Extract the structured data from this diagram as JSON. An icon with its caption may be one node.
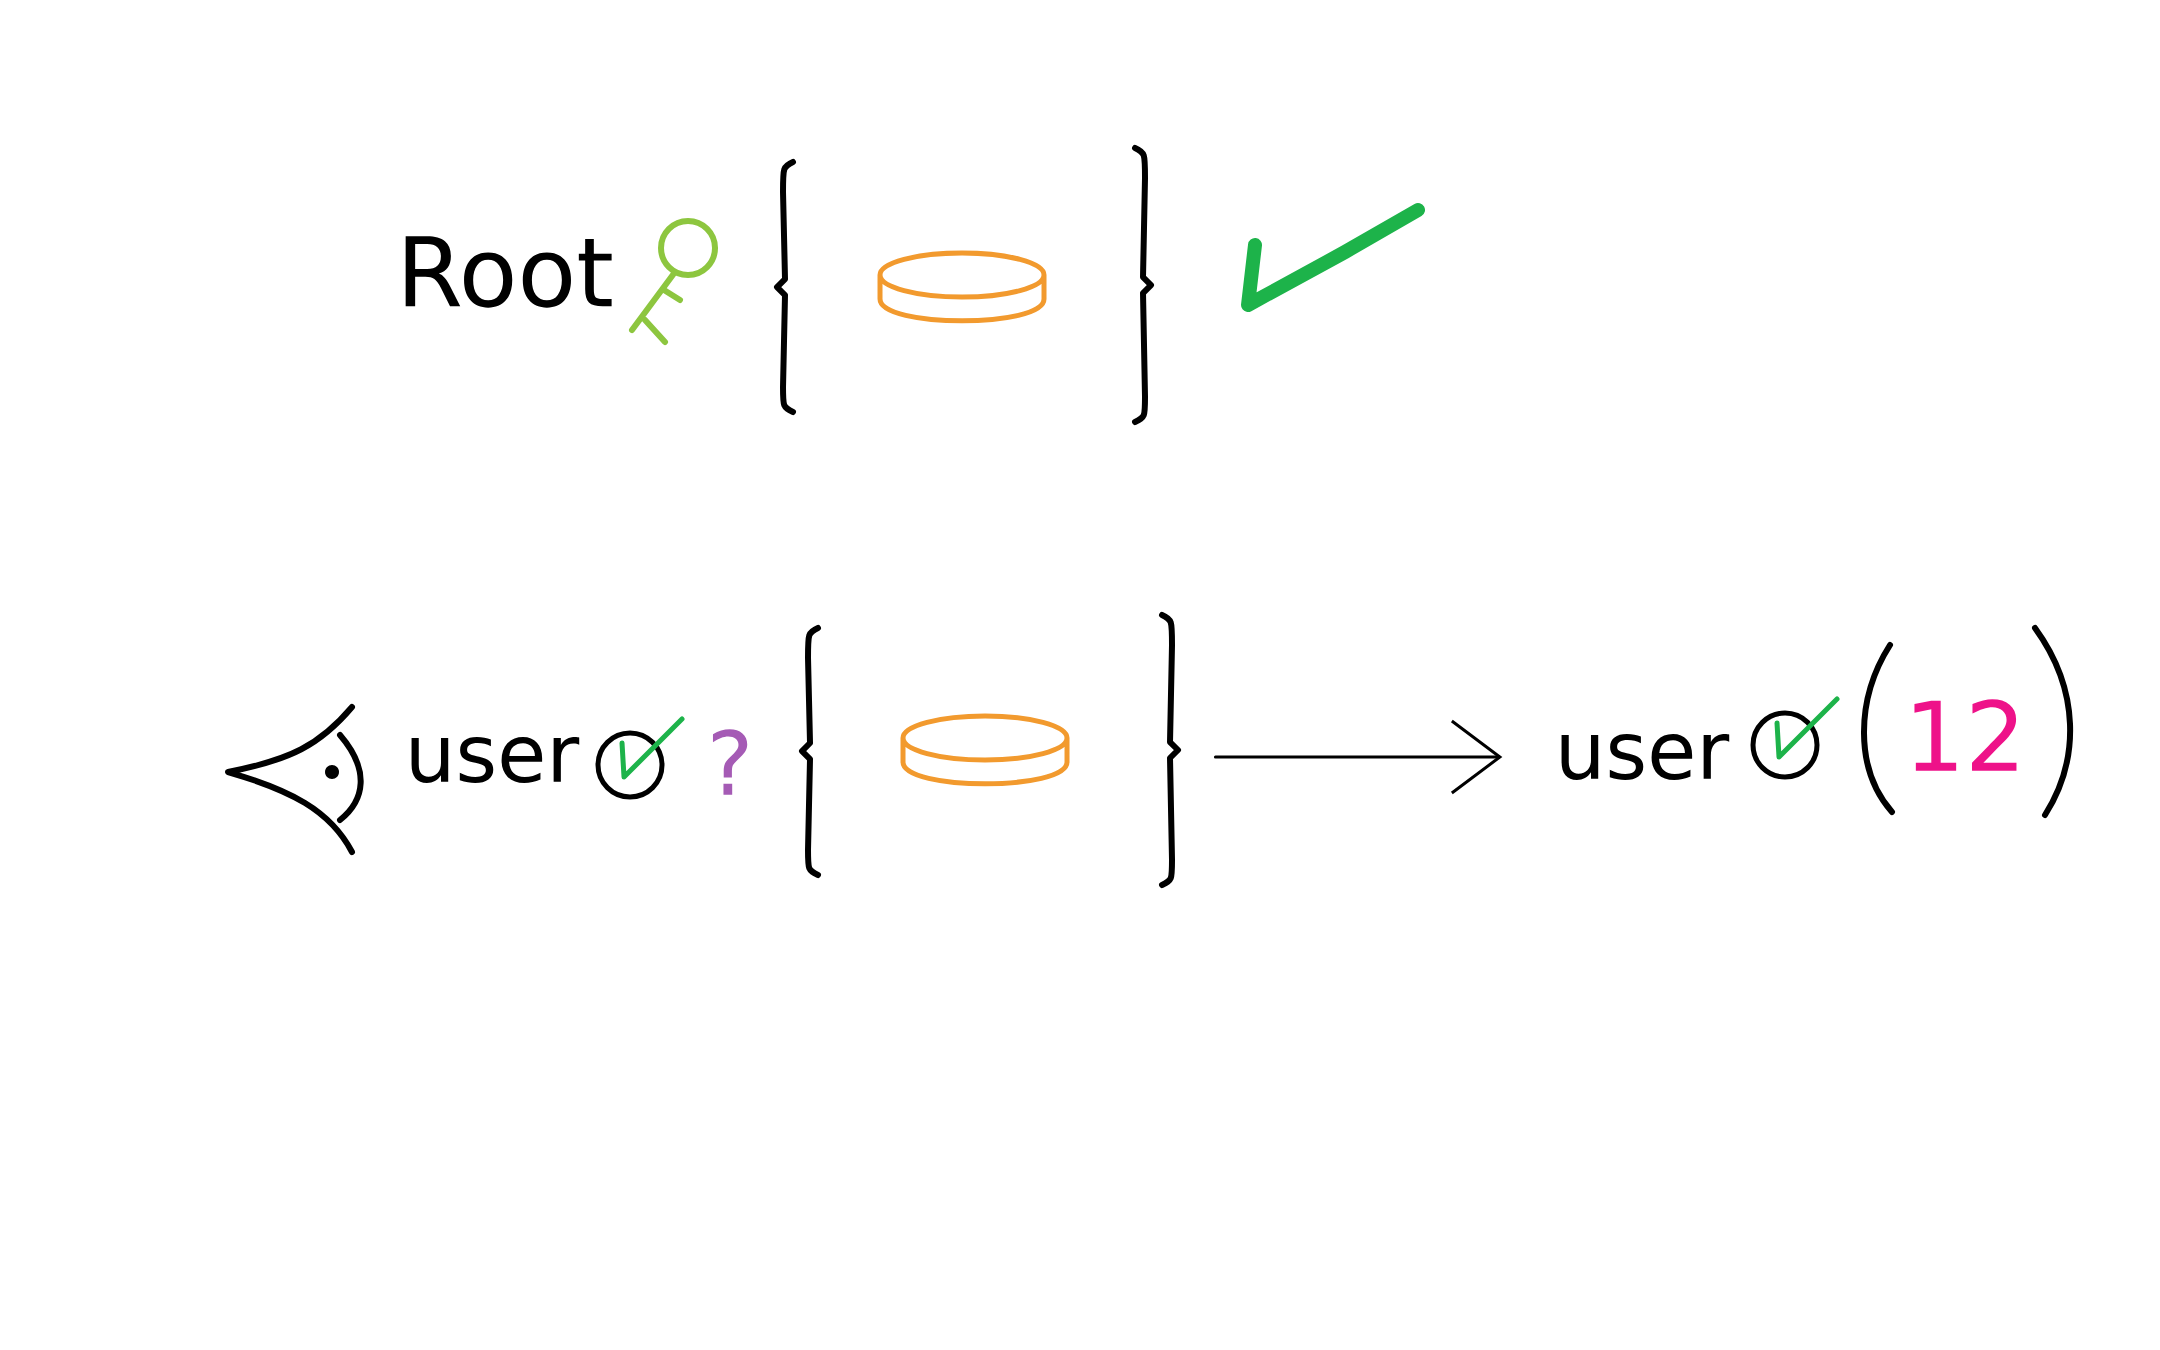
{
  "diagram": {
    "nodes": [
      {
        "text": [],
        "shape": "cylinder"
      },
      {
        "text": [
          "user"
        ]
      }
    ],
    "edges": [
      {
        "from": 0,
        "to": 1,
        "arrow": "to"
      }
    ],
    "labels": [
      "Root",
      "user",
      "?",
      "12"
    ]
  }
}
